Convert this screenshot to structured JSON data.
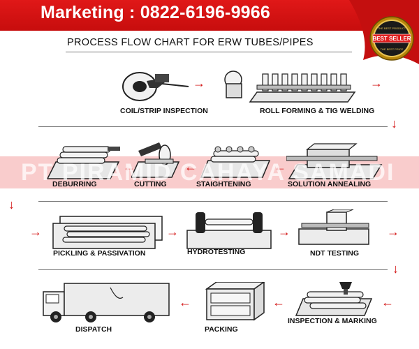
{
  "header": {
    "marketing": "Marketing : 0822-6196-9966",
    "badge_main": "BEST SELLER",
    "badge_top": "THE BEST PRODUCT",
    "badge_bottom": "THE BEST PRICE"
  },
  "title": "PROCESS FLOW CHART FOR ERW TUBES/PIPES",
  "watermark": "PT PIRAMID CAHAYA SAMADI",
  "steps": [
    {
      "label": "COIL/STRIP INSPECTION"
    },
    {
      "label": "ROLL FORMING & TIG WELDING"
    },
    {
      "label": "DEBURRING"
    },
    {
      "label": "CUTTING"
    },
    {
      "label": "STAIGHTENING"
    },
    {
      "label": "SOLUTION ANNEALING"
    },
    {
      "label": "PICKLING & PASSIVATION"
    },
    {
      "label": "HYDROTESTING"
    },
    {
      "label": "NDT TESTING"
    },
    {
      "label": "INSPECTION & MARKING"
    },
    {
      "label": "PACKING"
    },
    {
      "label": "DISPATCH"
    }
  ],
  "colors": {
    "brand_red": "#d31414",
    "outline": "#222222",
    "fill_light": "#f2f2f2"
  }
}
